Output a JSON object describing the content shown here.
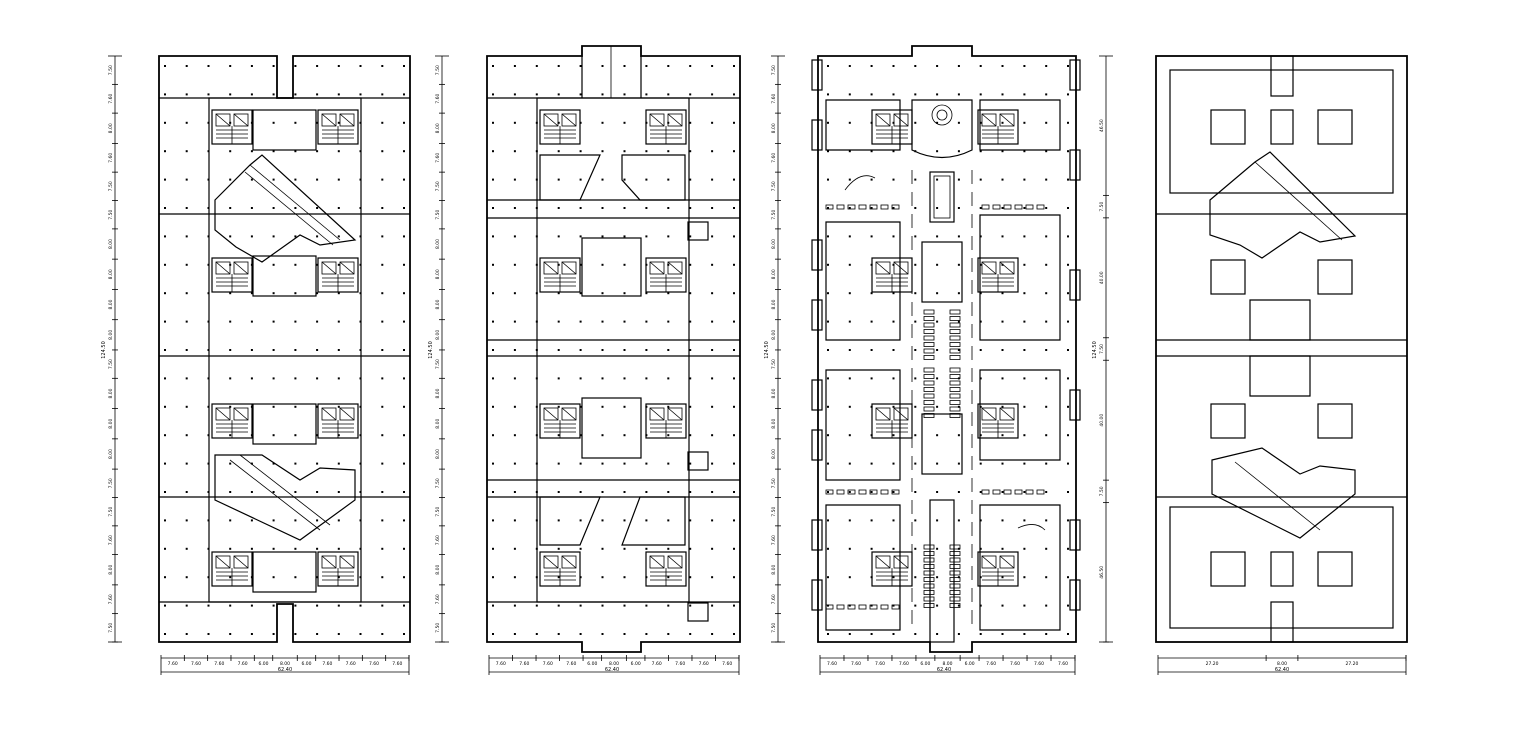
{
  "drawing": {
    "plans": [
      {
        "name": "plan-1",
        "overall_height_label": "124.50",
        "overall_width_label": "62.40",
        "vertical_dims": [
          "7.50",
          "7.60",
          "8.00",
          "7.60",
          "7.50",
          "7.50",
          "8.00",
          "8.00",
          "8.00",
          "8.00",
          "7.50",
          "8.00",
          "8.00",
          "8.00",
          "7.50",
          "7.50",
          "7.60",
          "8.00",
          "7.60",
          "7.50"
        ],
        "horizontal_dims": [
          "7.60",
          "7.60",
          "7.60",
          "7.60",
          "6.00",
          "8.00",
          "6.00",
          "7.60",
          "7.60",
          "7.60",
          "7.60"
        ]
      },
      {
        "name": "plan-2",
        "overall_height_label": "124.50",
        "overall_width_label": "62.40",
        "vertical_dims": [
          "7.50",
          "7.60",
          "8.00",
          "7.60",
          "7.50",
          "7.50",
          "8.00",
          "8.00",
          "8.00",
          "8.00",
          "7.50",
          "8.00",
          "8.00",
          "8.00",
          "7.50",
          "7.50",
          "7.60",
          "8.00",
          "7.60",
          "7.50"
        ],
        "horizontal_dims": [
          "7.60",
          "7.60",
          "7.60",
          "7.60",
          "6.00",
          "8.00",
          "6.00",
          "7.60",
          "7.60",
          "7.60",
          "7.60"
        ]
      },
      {
        "name": "plan-3",
        "overall_height_label": "124.50",
        "overall_width_label": "62.40",
        "vertical_dims": [
          "7.50",
          "7.60",
          "8.00",
          "7.60",
          "7.50",
          "7.50",
          "8.00",
          "8.00",
          "8.00",
          "8.00",
          "7.50",
          "8.00",
          "8.00",
          "8.00",
          "7.50",
          "7.50",
          "7.60",
          "8.00",
          "7.60",
          "7.50"
        ],
        "horizontal_dims": [
          "7.60",
          "7.60",
          "7.60",
          "7.60",
          "6.00",
          "8.00",
          "6.00",
          "7.60",
          "7.60",
          "7.60",
          "7.60"
        ]
      },
      {
        "name": "plan-4",
        "overall_height_label": "124.50",
        "overall_width_label": "62.40",
        "vertical_dims": [
          "46.50",
          "7.50",
          "40.00",
          "7.50",
          "40.00",
          "7.50",
          "46.50"
        ],
        "horizontal_dims": [
          "27.20",
          "8.00",
          "27.20"
        ]
      }
    ]
  }
}
